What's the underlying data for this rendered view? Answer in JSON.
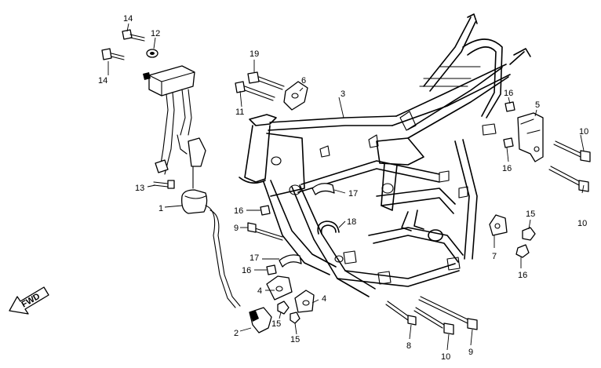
{
  "callouts": [
    {
      "id": "c14a",
      "text": "14"
    },
    {
      "id": "c12",
      "text": "12"
    },
    {
      "id": "c14b",
      "text": "14"
    },
    {
      "id": "c19",
      "text": "19"
    },
    {
      "id": "c6",
      "text": "6"
    },
    {
      "id": "c11",
      "text": "11"
    },
    {
      "id": "c3",
      "text": "3"
    },
    {
      "id": "c16a",
      "text": "16"
    },
    {
      "id": "c5",
      "text": "5"
    },
    {
      "id": "c10a",
      "text": "10"
    },
    {
      "id": "c16b",
      "text": "16"
    },
    {
      "id": "c10b",
      "text": "10"
    },
    {
      "id": "c13",
      "text": "13"
    },
    {
      "id": "c17a",
      "text": "17"
    },
    {
      "id": "c1",
      "text": "1"
    },
    {
      "id": "c16c",
      "text": "16"
    },
    {
      "id": "c18",
      "text": "18"
    },
    {
      "id": "c15a",
      "text": "15"
    },
    {
      "id": "c9a",
      "text": "9"
    },
    {
      "id": "c7",
      "text": "7"
    },
    {
      "id": "c17b",
      "text": "17"
    },
    {
      "id": "c16d",
      "text": "16"
    },
    {
      "id": "c16e",
      "text": "16"
    },
    {
      "id": "c4a",
      "text": "4"
    },
    {
      "id": "c4b",
      "text": "4"
    },
    {
      "id": "c15b",
      "text": "15"
    },
    {
      "id": "c2",
      "text": "2"
    },
    {
      "id": "c15c",
      "text": "15"
    },
    {
      "id": "c8",
      "text": "8"
    },
    {
      "id": "c10c",
      "text": "10"
    },
    {
      "id": "c9b",
      "text": "9"
    }
  ],
  "direction_label": "FWD"
}
